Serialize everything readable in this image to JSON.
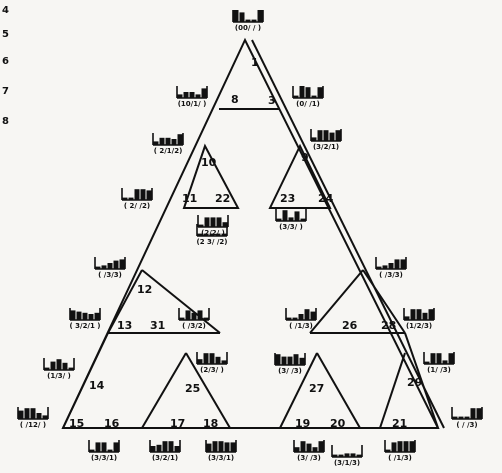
{
  "row_numbers": [
    "4",
    "5",
    "6",
    "7",
    "8"
  ],
  "regions": [
    "1",
    "3",
    "8",
    "9",
    "10",
    "11",
    "12",
    "13",
    "14",
    "15",
    "16",
    "17",
    "18",
    "19",
    "20",
    "21",
    "22",
    "23",
    "24",
    "25",
    "26",
    "27",
    "28",
    "29",
    "31"
  ],
  "histogram_labels": [
    "(00/ / )",
    "(10/1/ )",
    "(0/ /1)",
    "(3/2/1)",
    "( 2/1/2)",
    "( 2/ /2)",
    "(2/2/ )",
    "(2 3/ /2)",
    "(3/3/ )",
    "( /3/3)",
    "( /3/3)",
    "( 3/2/1 )",
    "( /3/2)",
    "( /1/3)",
    "(1/2/3)",
    "(1/3/ )",
    "(2/3/ )",
    "(3/ /3)",
    "(1/ /3)",
    "( /12/ )",
    "(3/3/1)",
    "(3/2/1)",
    "(3/3/1)",
    "(3/ /3)",
    "(3/1/3)",
    "( /1/3)",
    "( / /3)"
  ]
}
